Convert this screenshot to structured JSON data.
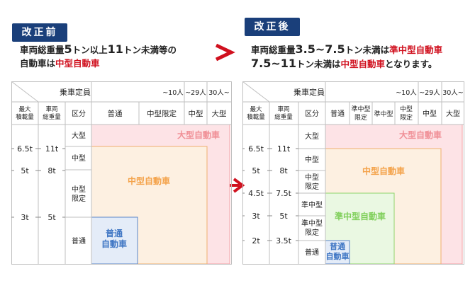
{
  "before": {
    "tag": "改正前",
    "line1": {
      "a": "車両総重量",
      "b": "5",
      "c": "トン以上",
      "d": "11",
      "e": "トン未満等の"
    },
    "line2": {
      "a": "自動車は",
      "b": "中型自動車"
    },
    "header": {
      "passenger": "乗車定員",
      "p10": "~10人",
      "p29": "~29人",
      "p30": "30人~",
      "maxload": "最大\n積載量",
      "gvw": "車両\n総重量",
      "kubun": "区分",
      "futsu": "普通",
      "chugata_gentei": "中型限定",
      "chugata": "中型",
      "ogata": "大型"
    },
    "rows": {
      "ogata": "大型",
      "chugata": "中型",
      "chugata_gentei": "中型\n限定",
      "futsu": "普通"
    },
    "axis": {
      "load1": "6.5t",
      "load2": "5t",
      "load3": "3t",
      "gvw1": "11t",
      "gvw2": "8t",
      "gvw3": "5t"
    },
    "zones": {
      "ogata": "大型自動車",
      "chugata": "中型自動車",
      "futsu": "普通\n自動車"
    }
  },
  "after": {
    "tag": "改正後",
    "line1": {
      "a": "車両総重量",
      "b": "3.5~7.5",
      "c": "トン未満は",
      "d": "準中型自動車"
    },
    "line2": {
      "a": "7.5~11",
      "b": "トン未満は",
      "c": "中型自動車",
      "d": "となります。"
    },
    "header": {
      "passenger": "乗車定員",
      "p10": "~10人",
      "p29": "~29人",
      "p30": "30人~",
      "maxload": "最大\n積載量",
      "gvw": "車両\n総重量",
      "kubun": "区分",
      "futsu": "普通",
      "junchu_gentei": "準中型\n限定",
      "junchu": "準中型",
      "chugata_gentei": "中型\n限定",
      "chugata": "中型",
      "ogata": "大型"
    },
    "rows": {
      "ogata": "大型",
      "chugata": "中型",
      "chugata_gentei": "中型\n限定",
      "junchu": "準中型",
      "junchu_gentei": "準中型\n限定",
      "futsu": "普通"
    },
    "axis": {
      "load1": "6.5t",
      "load2": "5t",
      "load3": "4.5t",
      "load4": "3t",
      "load5": "2t",
      "gvw1": "11t",
      "gvw2": "8t",
      "gvw3": "7.5t",
      "gvw4": "5t",
      "gvw5": "3.5t"
    },
    "zones": {
      "ogata": "大型自動車",
      "chugata": "中型自動車",
      "junchu": "準中型自動車",
      "futsu": "普通\n自動車"
    }
  },
  "colors": {
    "navy": "#1a3f7a",
    "red": "#d0101e",
    "ogata": "#fde3e6",
    "chugata": "#fdf0e1",
    "junchu": "#eaf8e2",
    "futsu": "#e4ecf8",
    "ogata_text": "#f08f96",
    "chugata_text": "#f4a34b",
    "junchu_text": "#7fcf5a",
    "futsu_text": "#3f76c4"
  }
}
